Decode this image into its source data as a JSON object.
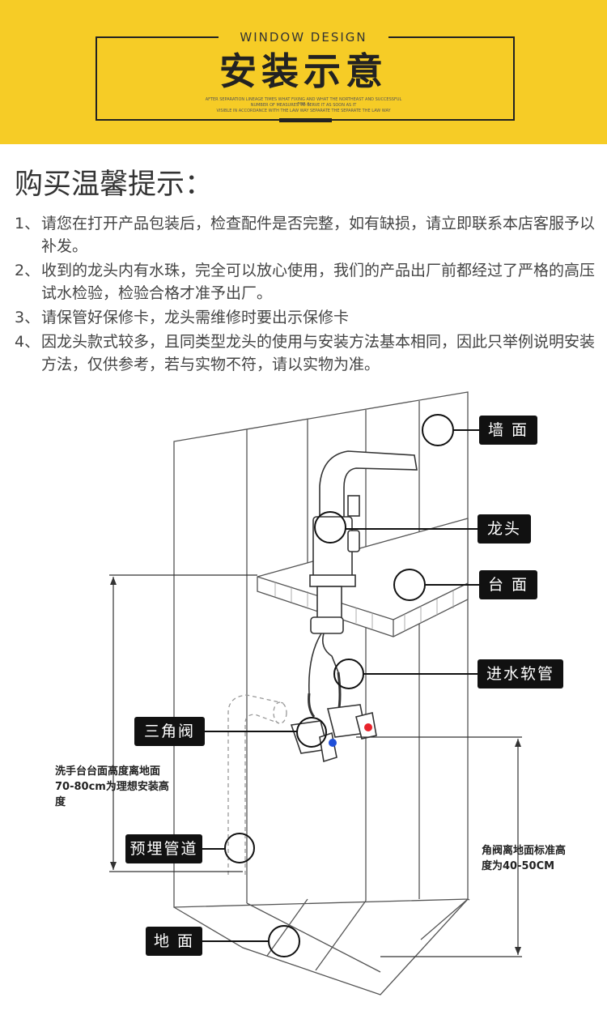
{
  "banner": {
    "subtitle": "WINDOW DESIGN",
    "title": "安装示意",
    "fine_print": [
      "AFTER SEPARATION LINEAGE TIMES WHAT FIXING AND WHAT THE NORTHEAST AND SUCCESSFUL FOR A",
      "NUMBER OF MEASURES TO SERVE IT AS SOON AS IT",
      "VISIBLE IN ACCORDANCE WITH THE LAW WAY SEPARATE THE SEPARATE THE LAW WAY"
    ]
  },
  "tips": {
    "title": "购买温馨提示：",
    "items": [
      {
        "num": "1、",
        "text": "请您在打开产品包装后，检查配件是否完整，如有缺损，请立即联系本店客服予以补发。"
      },
      {
        "num": "2、",
        "text": "收到的龙头内有水珠，完全可以放心使用，我们的产品出厂前都经过了严格的高压试水检验，检验合格才准予出厂。"
      },
      {
        "num": "3、",
        "text": "请保管好保修卡，龙头需维修时要出示保修卡"
      },
      {
        "num": "4、",
        "text": "因龙头款式较多，且同类型龙头的使用与安装方法基本相同，因此只举例说明安装方法，仅供参考，若与实物不符，请以实物为准。"
      }
    ]
  },
  "diagram": {
    "labels": {
      "wall": "墙 面",
      "faucet": "龙头",
      "counter": "台 面",
      "inlet_hose": "进水软管",
      "angle_valve": "三角阀",
      "embedded_pipe": "预埋管道",
      "floor": "地 面"
    },
    "note_counter_height": "洗手台台面高度离地面70-80cm为理想安装高度",
    "note_valve_height": "角阀离地面标准高度为40-50CM"
  },
  "colors": {
    "banner": "#f6cc26",
    "tag": "#111111",
    "hot": "#e8232b",
    "cold": "#1f4fd8"
  }
}
